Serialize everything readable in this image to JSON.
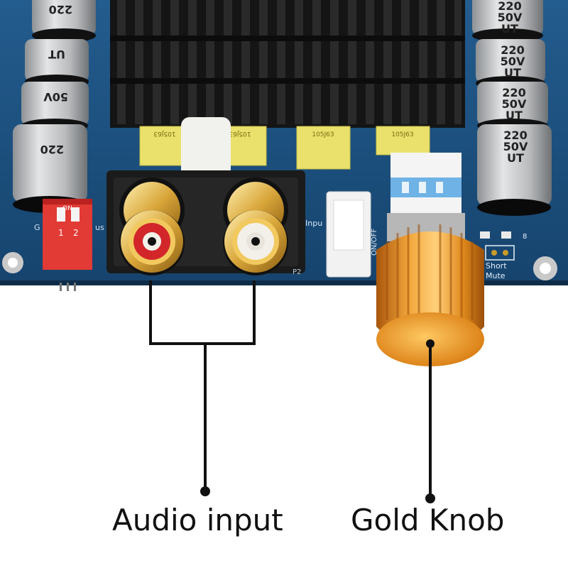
{
  "callouts": {
    "audio_input": "Audio input",
    "gold_knob": "Gold Knob"
  },
  "board_markings": {
    "capacitor_line1": "220",
    "capacitor_line2": "50V",
    "capacitor_line3": "UT",
    "film_capacitor": "105J63",
    "dip_switch_on": "ON",
    "dip_switch_1": "1",
    "dip_switch_2": "2",
    "dip_switch_prefix": "G",
    "dip_switch_suffix": "us",
    "rca_ref": "P2",
    "input_label": "Inpu",
    "onoff_label": "ON/OFF",
    "mute_label1": "Short",
    "mute_label2": "Mute",
    "led_ref": "8"
  },
  "colors": {
    "pcb": "#1d4f7d",
    "heatsink": "#1a1a1a",
    "capacitor": "#b6b8ba",
    "film_capacitor": "#e8e06a",
    "rca_red": "#d2262b",
    "rca_white": "#f3f0ea",
    "rca_gold": "#d9a63a",
    "knob": "#e08a1e",
    "dip_switch": "#e23a35",
    "callout_line": "#111111"
  }
}
